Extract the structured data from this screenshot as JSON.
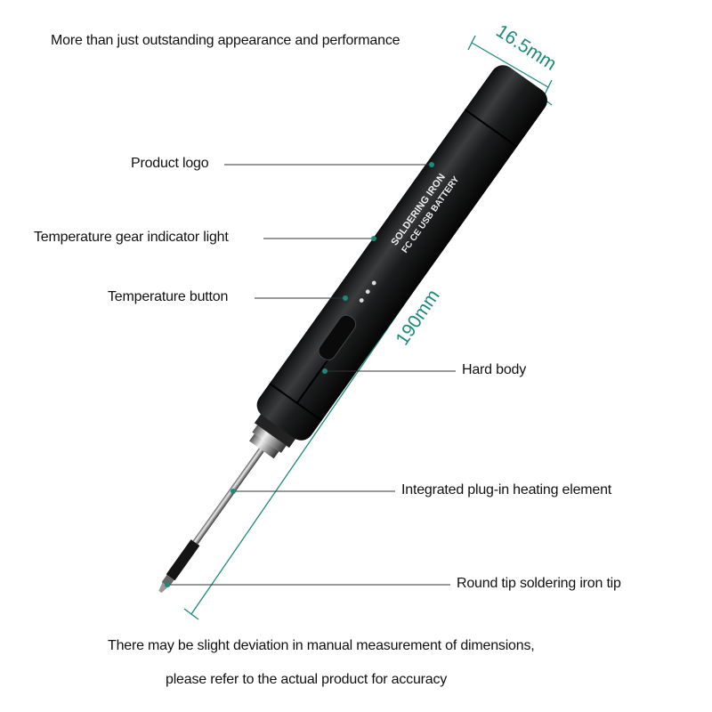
{
  "headline": "More than just outstanding appearance and performance",
  "callouts": {
    "logo": "Product logo",
    "indicator": "Temperature gear indicator light",
    "button": "Temperature button",
    "body": "Hard body",
    "heating": "Integrated plug-in heating element",
    "tip": "Round tip soldering iron tip"
  },
  "dimensions": {
    "diameter": "16.5mm",
    "length": "190mm"
  },
  "product_print": {
    "line1": "SOLDERING IRON",
    "line2": "FC CE USB BATTERY"
  },
  "footer": {
    "line1": "There may be slight deviation in manual measurement of dimensions,",
    "line2": "please refer to the actual product for accuracy"
  },
  "colors": {
    "accent": "#1a8a7a",
    "body": "#1e1f20"
  }
}
